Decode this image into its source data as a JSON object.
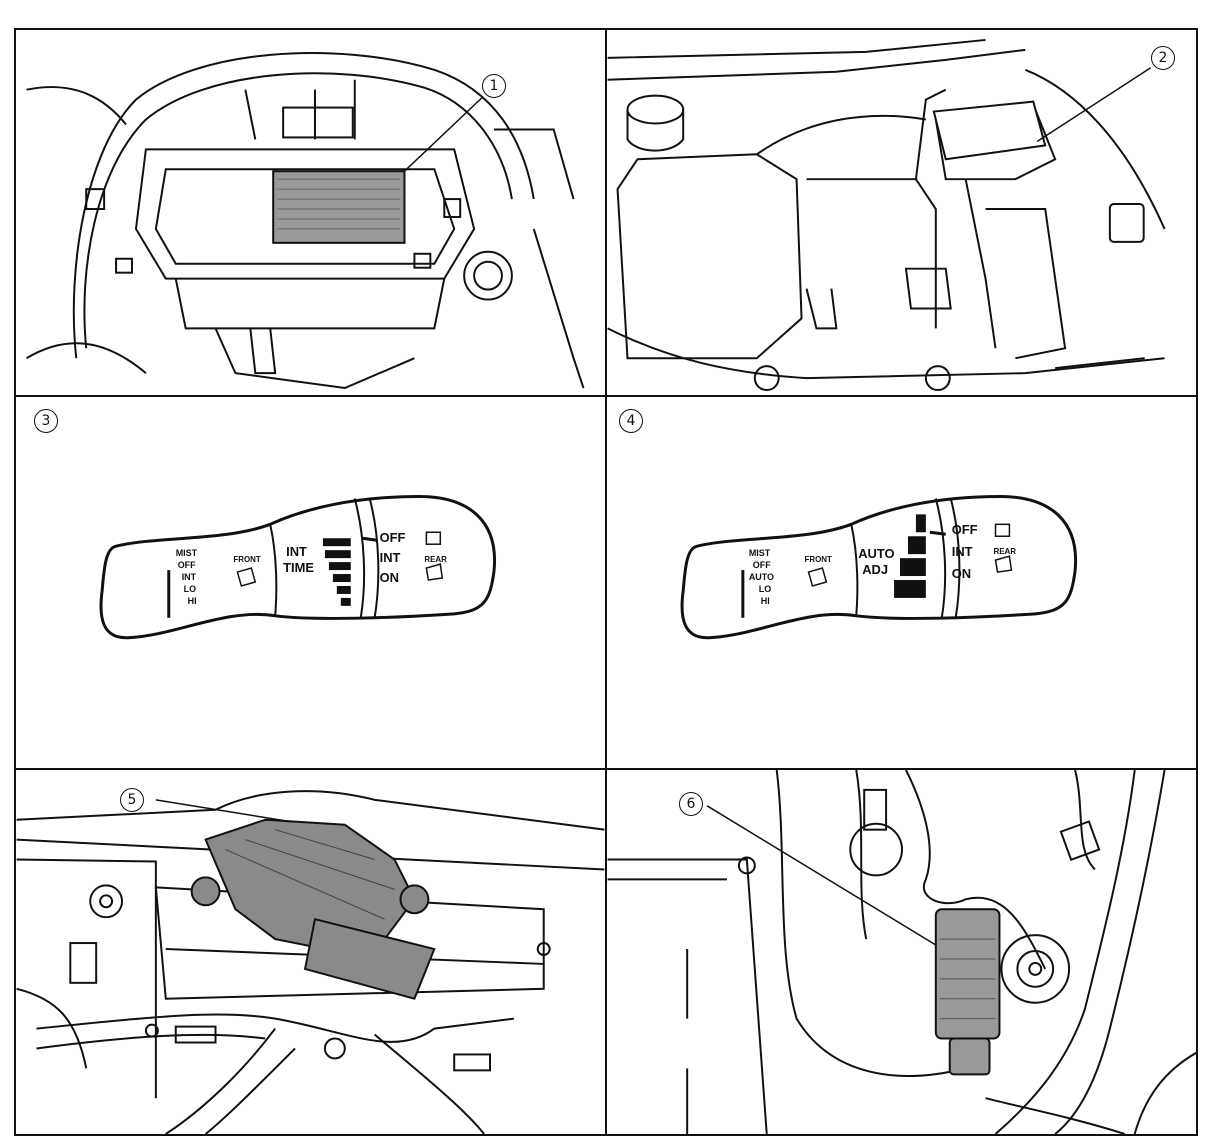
{
  "callouts": {
    "c1": "1",
    "c2": "2",
    "c3": "3",
    "c4": "4",
    "c5": "5",
    "c6": "6"
  },
  "lever3": {
    "mist": "MIST",
    "off": "OFF",
    "int": "INT",
    "lo": "LO",
    "hi": "HI",
    "front": "FRONT",
    "int_time_1": "INT",
    "int_time_2": "TIME",
    "rear_off": "OFF",
    "rear_int": "INT",
    "rear_on": "ON",
    "rear": "REAR"
  },
  "lever4": {
    "mist": "MIST",
    "off": "OFF",
    "auto": "AUTO",
    "lo": "LO",
    "hi": "HI",
    "front": "FRONT",
    "auto_adj_1": "AUTO",
    "auto_adj_2": "ADJ",
    "rear_off": "OFF",
    "rear_int": "INT",
    "rear_on": "ON",
    "rear": "REAR"
  }
}
